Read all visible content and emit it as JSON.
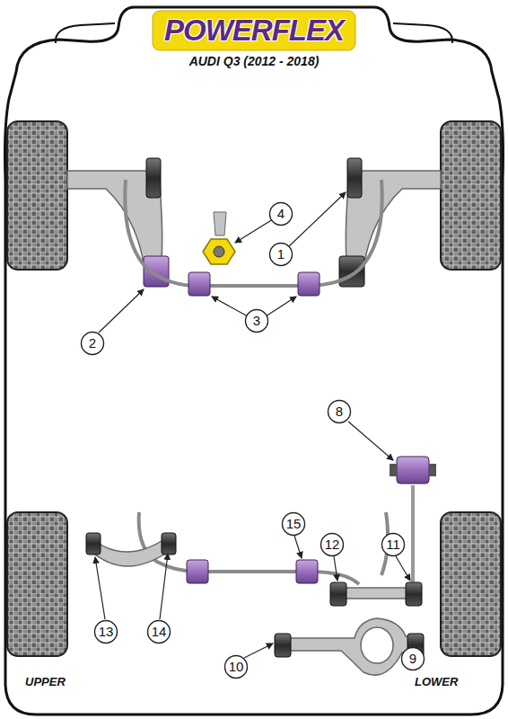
{
  "diagram": {
    "title": "POWERFLEX",
    "nodes": [
      {
        "text": [
          "4"
        ]
      },
      {
        "text": [
          "1"
        ]
      },
      {
        "text": [
          "3"
        ]
      },
      {
        "text": [
          "2"
        ]
      },
      {
        "text": [
          "8"
        ]
      },
      {
        "text": [
          "15"
        ]
      },
      {
        "text": [
          "12"
        ]
      },
      {
        "text": [
          "11"
        ]
      },
      {
        "text": [
          "13"
        ]
      },
      {
        "text": [
          "14"
        ]
      },
      {
        "text": [
          "10"
        ]
      },
      {
        "text": [
          "9"
        ]
      }
    ],
    "labels": [
      "AUDI Q3 (2012 - 2018)",
      "UPPER",
      "LOWER"
    ]
  }
}
